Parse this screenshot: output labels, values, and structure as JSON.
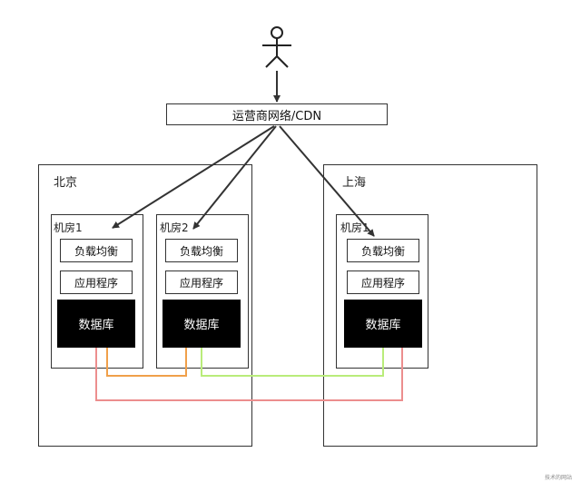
{
  "cdn": {
    "label": "运营商网络/CDN"
  },
  "regions": [
    {
      "label": "北京",
      "rooms": [
        {
          "label": "机房1",
          "lb": "负载均衡",
          "app": "应用程序",
          "db": "数据库"
        },
        {
          "label": "机房2",
          "lb": "负载均衡",
          "app": "应用程序",
          "db": "数据库"
        }
      ]
    },
    {
      "label": "上海",
      "rooms": [
        {
          "label": "机房1",
          "lb": "负载均衡",
          "app": "应用程序",
          "db": "数据库"
        }
      ]
    }
  ],
  "colors": {
    "sync_bj1_bj2": "#f0a04a",
    "sync_bj2_sh1": "#b9ec7a",
    "sync_bj1_sh1": "#ec8e8e",
    "arrow": "#333333"
  },
  "icons": {
    "user": "stick-figure-icon"
  },
  "watermark": "技术的网站"
}
